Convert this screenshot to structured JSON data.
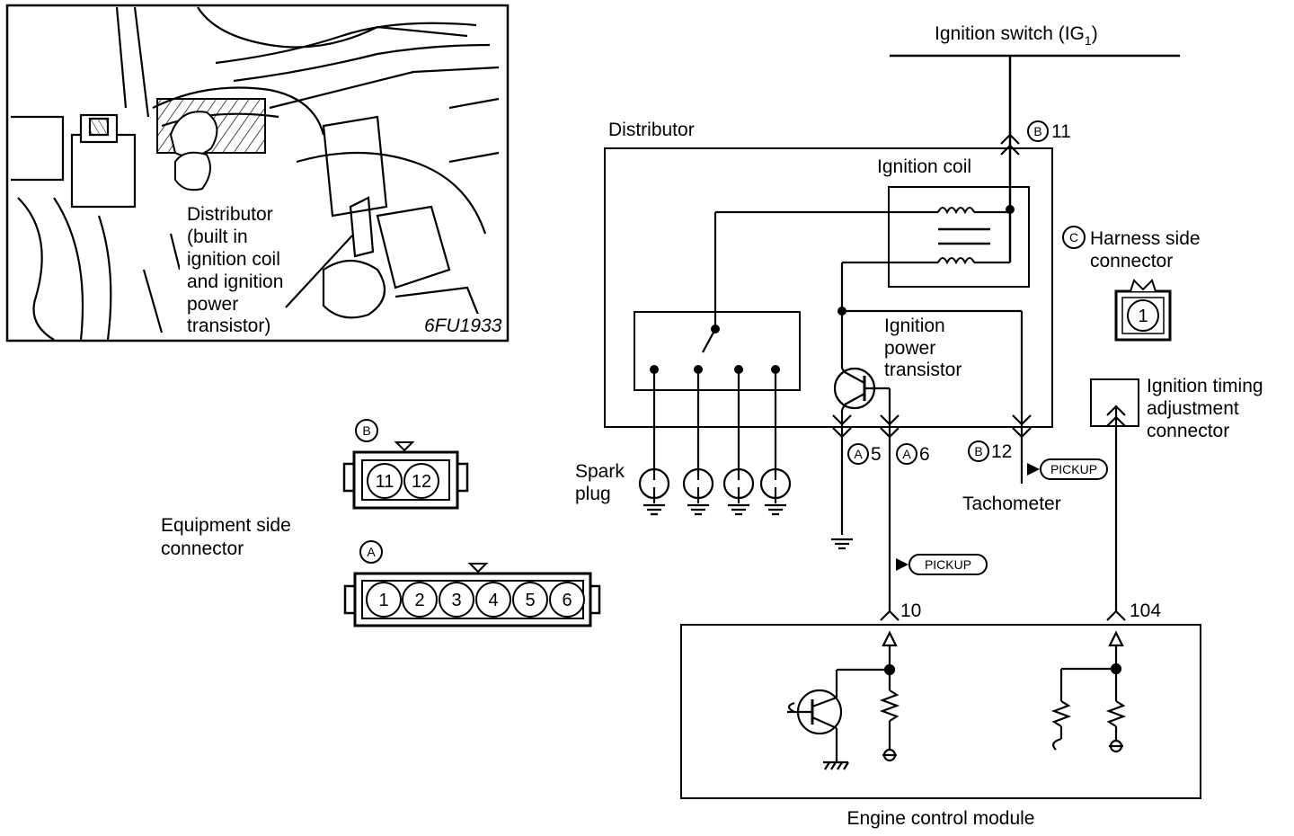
{
  "photo": {
    "callout": [
      "Distributor",
      "(built in",
      "ignition coil",
      "and ignition",
      "power",
      "transistor)"
    ],
    "code": "6FU1933"
  },
  "labels": {
    "ign_switch": "Ignition switch (IG",
    "ign_switch_sub": "1",
    "ign_switch_close": ")",
    "distributor": "Distributor",
    "ign_coil": "Ignition coil",
    "harness": [
      "Harness side",
      "connector"
    ],
    "transistor": [
      "Ignition",
      "power",
      "transistor"
    ],
    "spark": [
      "Spark",
      "plug"
    ],
    "tachometer": "Tachometer",
    "timing": [
      "Ignition timing",
      "adjustment",
      "connector"
    ],
    "ecm": "Engine control module",
    "equipment": [
      "Equipment side",
      "connector"
    ],
    "pickup": "PICKUP"
  },
  "connectors": {
    "a_letter": "A",
    "b_letter": "B",
    "c_letter": "C",
    "a_pins": [
      "1",
      "2",
      "3",
      "4",
      "5",
      "6"
    ],
    "b_pins": [
      "11",
      "12"
    ],
    "c_pin": "1"
  },
  "terminals": {
    "b11": "11",
    "a5": "5",
    "a6": "6",
    "b12": "12",
    "t10": "10",
    "t104": "104"
  }
}
